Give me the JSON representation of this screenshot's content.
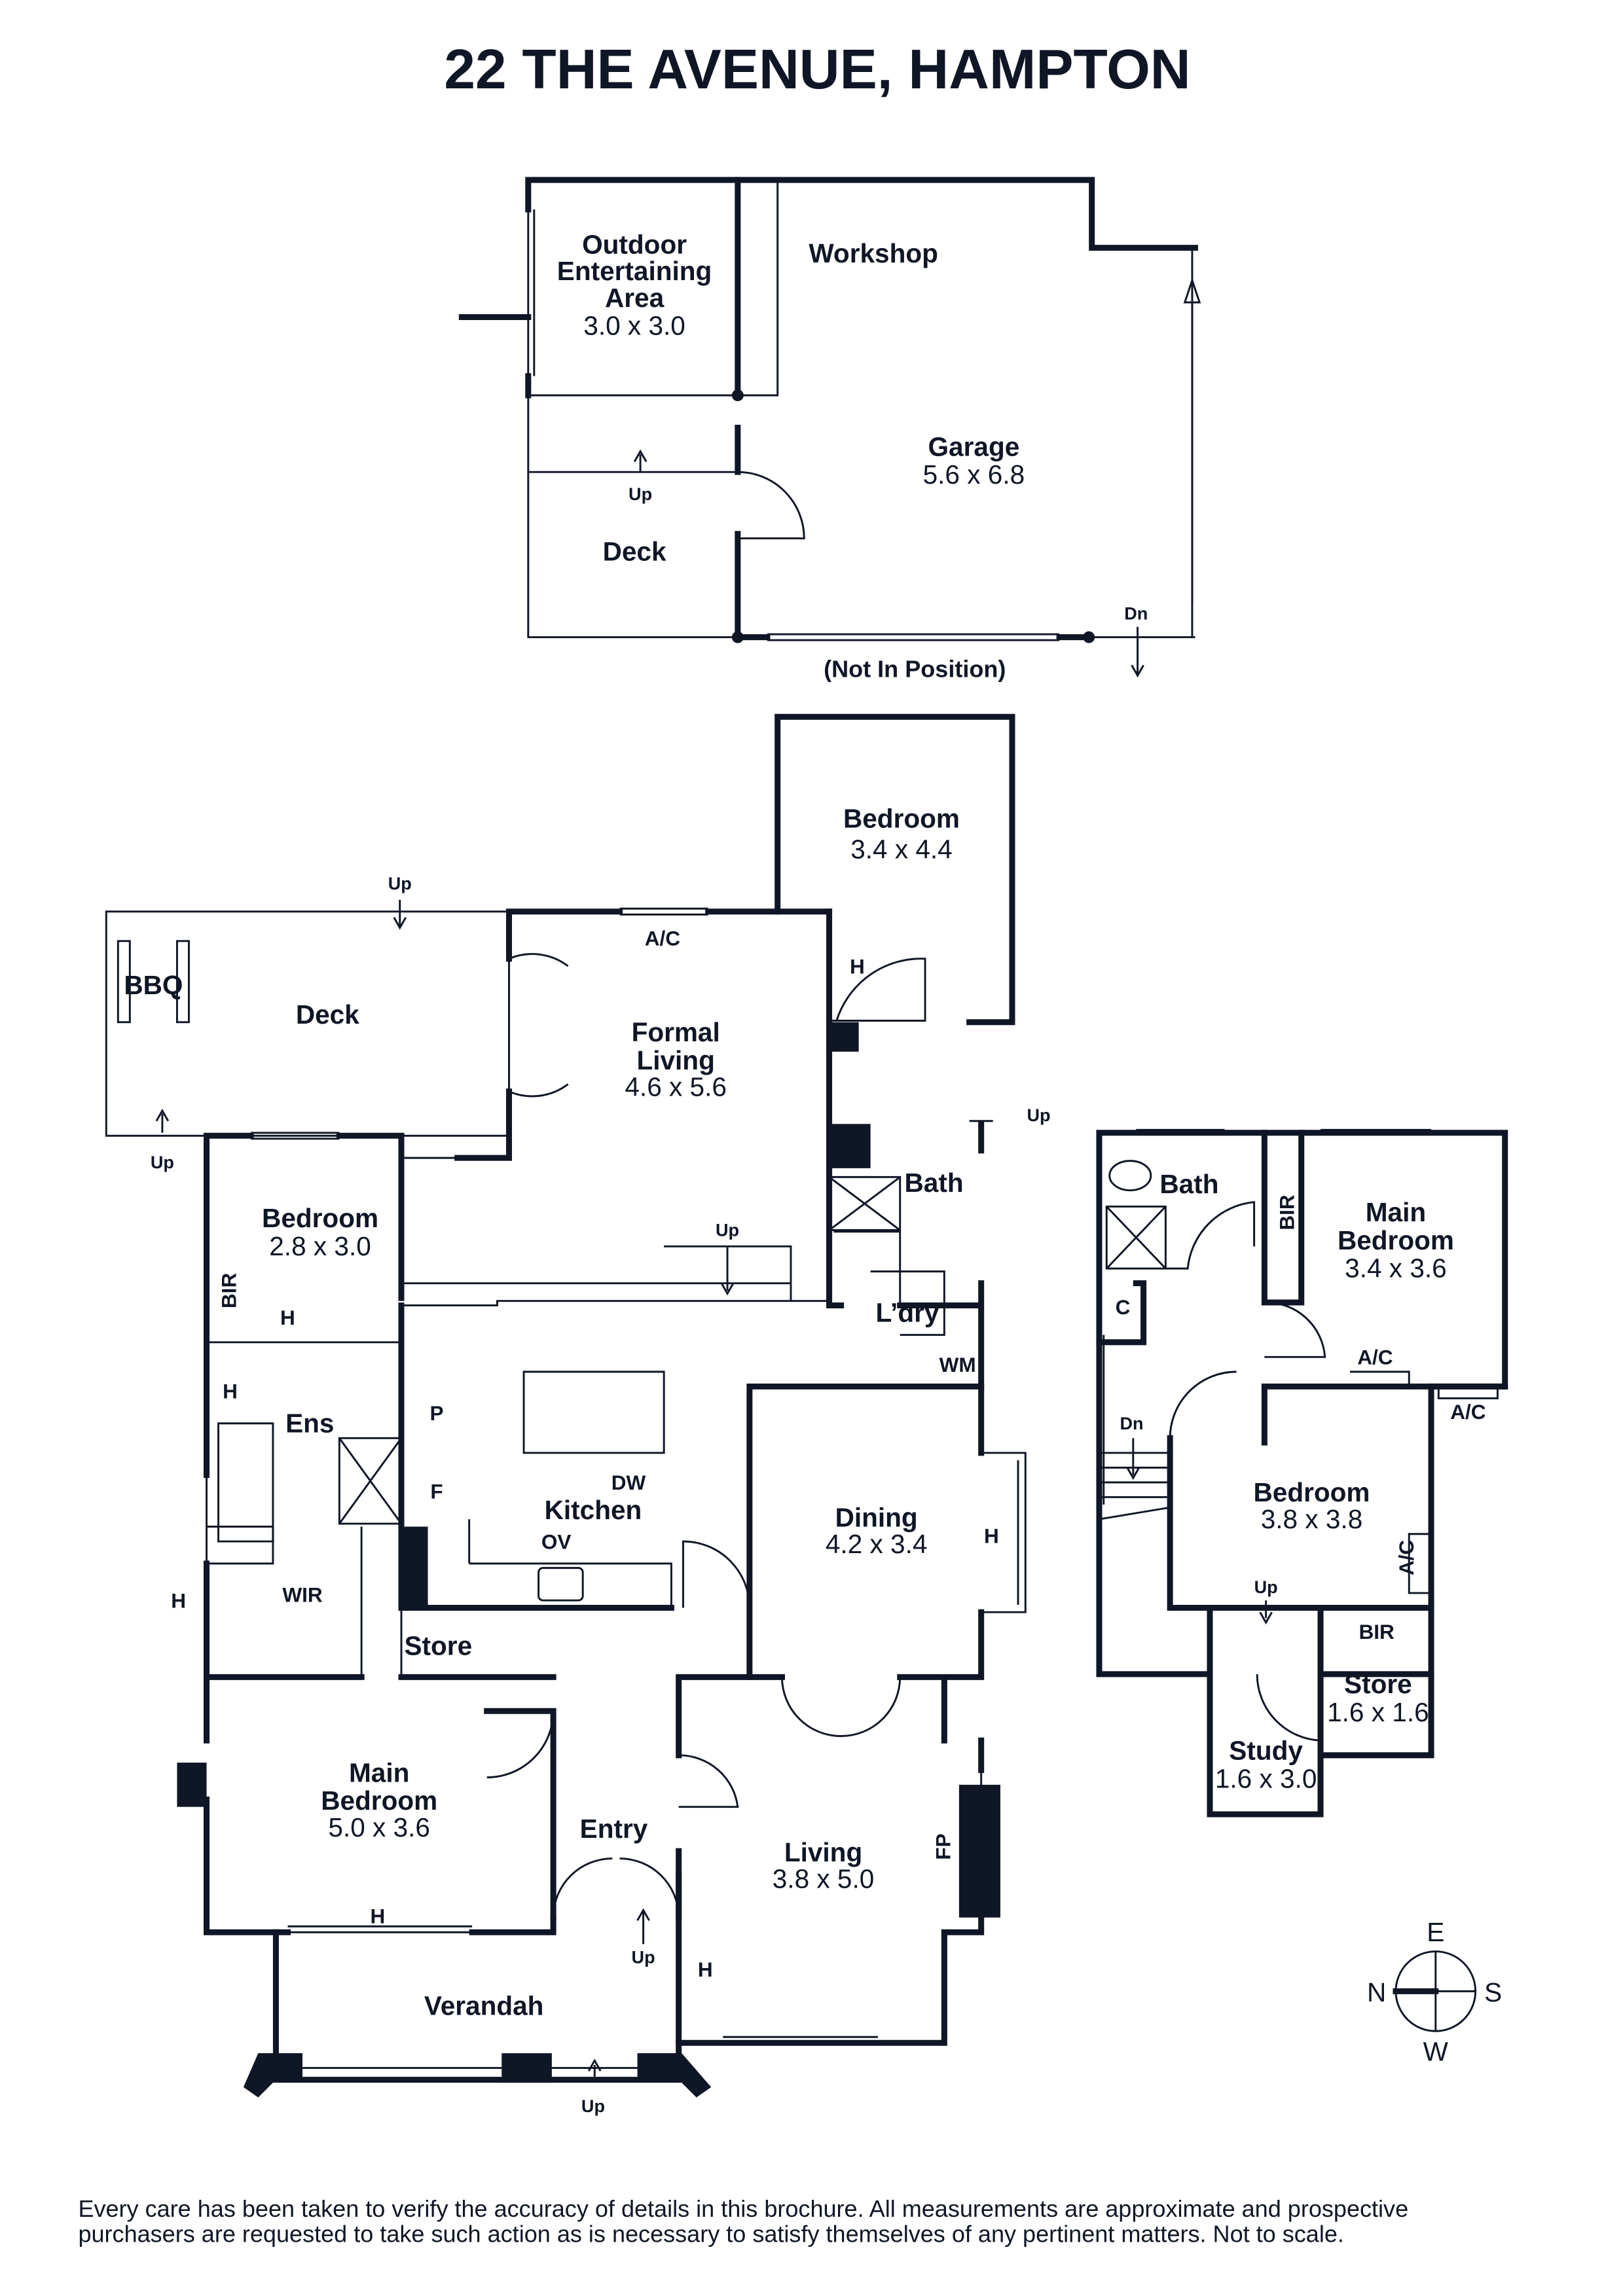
{
  "title": "22 THE AVENUE, HAMPTON",
  "outbuilding": {
    "outdoor": [
      "Outdoor",
      "Entertaining",
      "Area",
      "3.0 x 3.0"
    ],
    "workshop": "Workshop",
    "garage": [
      "Garage",
      "5.6 x 6.8"
    ],
    "deck": "Deck",
    "up": "Up",
    "dn": "Dn",
    "note": "(Not In Position)"
  },
  "ground": {
    "bedroom_rear": [
      "Bedroom",
      "3.4 x 4.4"
    ],
    "deck": "Deck",
    "bbq": "BBQ",
    "formal_living": [
      "Formal",
      "Living",
      "4.6 x 5.6"
    ],
    "bath": "Bath",
    "bedroom_side": [
      "Bedroom",
      "2.8 x 3.0"
    ],
    "bir": "BIR",
    "laundry": "L’dry",
    "wm": "WM",
    "ens": "Ens",
    "pantry": "P",
    "fridge": "F",
    "dw": "DW",
    "kitchen": "Kitchen",
    "ov": "OV",
    "dining": [
      "Dining",
      "4.2 x 3.4"
    ],
    "wir": "WIR",
    "store": "Store",
    "main_bedroom": [
      "Main",
      "Bedroom",
      "5.0 x 3.6"
    ],
    "entry": "Entry",
    "living": [
      "Living",
      "3.8 x 5.0"
    ],
    "fp": "FP",
    "verandah": "Verandah",
    "ac": "A/C",
    "h": "H",
    "up": "Up"
  },
  "upper": {
    "bath": "Bath",
    "bir": "BIR",
    "main_bedroom": [
      "Main",
      "Bedroom",
      "3.4 x 3.6"
    ],
    "cupboard": "C",
    "ac": "A/C",
    "dn": "Dn",
    "up": "Up",
    "bedroom": [
      "Bedroom",
      "3.8 x 3.8"
    ],
    "store": [
      "Store",
      "1.6 x 1.6"
    ],
    "study": [
      "Study",
      "1.6 x 3.0"
    ]
  },
  "compass": {
    "n": "N",
    "e": "E",
    "s": "S",
    "w": "W"
  },
  "footer": [
    "Every care has been taken to verify the accuracy of details in this brochure. All measurements are approximate and prospective",
    "purchasers are requested to take such action as is necessary to satisfy themselves of any pertinent matters. Not to scale."
  ]
}
